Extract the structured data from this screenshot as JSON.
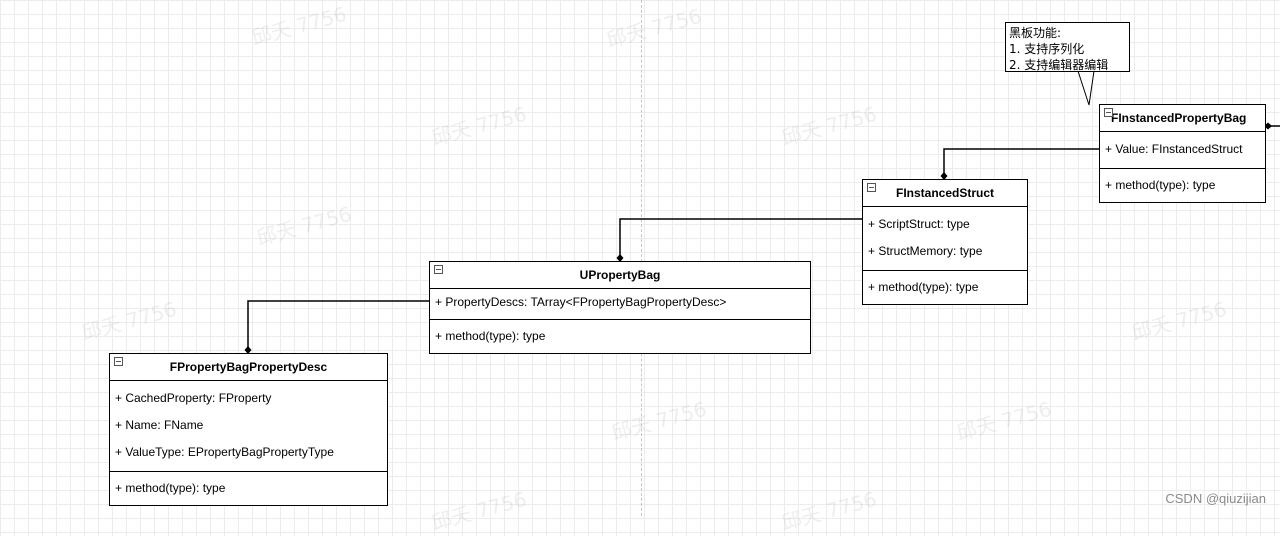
{
  "watermark_text": "邱夭 7756",
  "classes": {
    "bag": {
      "name": "FInstancedPropertyBag",
      "fields": [
        "+ Value: FInstancedStruct"
      ],
      "methods": [
        "+ method(type): type"
      ]
    },
    "struct": {
      "name": "FInstancedStruct",
      "fields": [
        "+ ScriptStruct: type",
        "+ StructMemory: type"
      ],
      "methods": [
        "+ method(type): type"
      ]
    },
    "ubag": {
      "name": "UPropertyBag",
      "fields": [
        "+ PropertyDescs: TArray<FPropertyBagPropertyDesc>"
      ],
      "methods": [
        "+ method(type): type"
      ]
    },
    "desc": {
      "name": "FPropertyBagPropertyDesc",
      "fields": [
        "+ CachedProperty: FProperty",
        "+ Name: FName",
        "+ ValueType: EPropertyBagPropertyType"
      ],
      "methods": [
        "+ method(type): type"
      ]
    }
  },
  "callout": {
    "lines": [
      "黑板功能:",
      "1. 支持序列化",
      "2. 支持编辑器编辑"
    ]
  },
  "credit": "CSDN @qiuzijian",
  "colors": {
    "line": "#000000",
    "grid": "#ececec",
    "credit": "#8a8a8a"
  }
}
